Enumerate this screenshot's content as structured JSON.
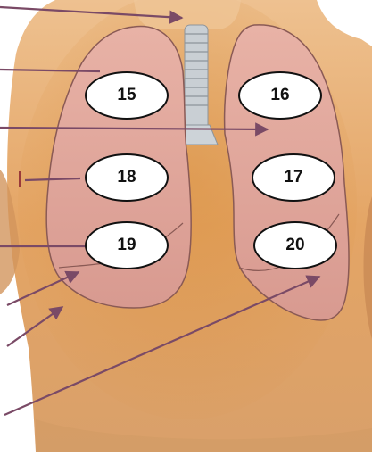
{
  "diagram": {
    "labels": [
      {
        "id": "15",
        "text": "15"
      },
      {
        "id": "16",
        "text": "16"
      },
      {
        "id": "18",
        "text": "18"
      },
      {
        "id": "17",
        "text": "17"
      },
      {
        "id": "19",
        "text": "19"
      },
      {
        "id": "20",
        "text": "20"
      }
    ],
    "colors": {
      "skin": "#e3aa6c",
      "lung": "#dca596",
      "lung_outline": "#8a5a55",
      "trachea": "#c9cfd4",
      "arrow": "#7a5a6e",
      "oval_border": "#111111"
    }
  }
}
